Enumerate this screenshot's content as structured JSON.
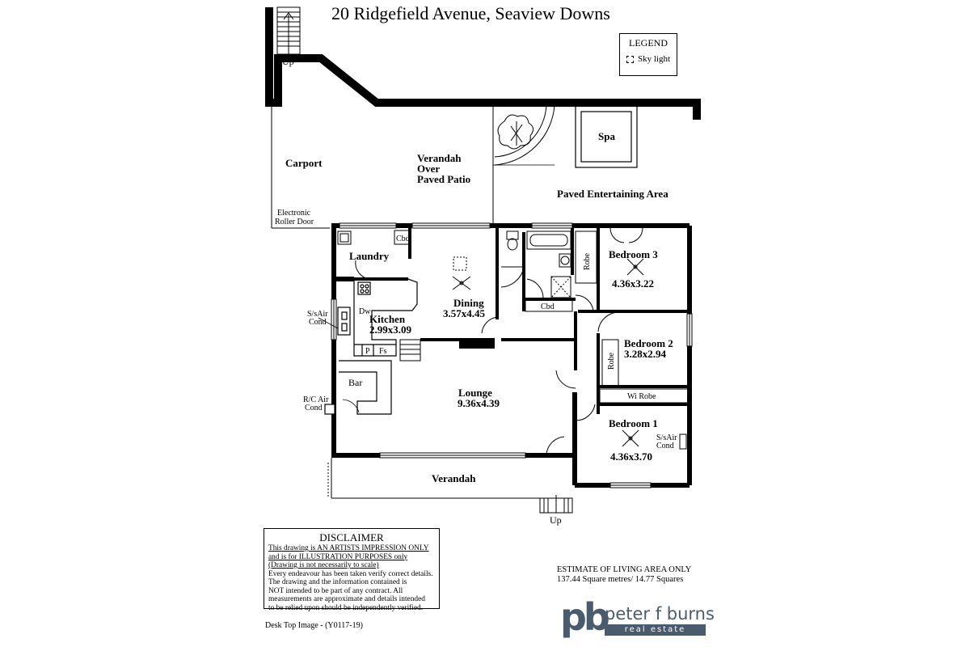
{
  "title": "20 Ridgefield Avenue, Seaview Downs",
  "legend": {
    "heading": "LEGEND",
    "item_label": "Sky light",
    "item_icon": "skylight-icon"
  },
  "labels": {
    "up_top": "Up",
    "up_bottom": "Up",
    "carport": "Carport",
    "verandah_patio": [
      "Verandah",
      "Over",
      "Paved Patio"
    ],
    "roller_door": [
      "Electronic",
      "Roller Door"
    ],
    "spa": "Spa",
    "entertaining": "Paved Entertaining Area",
    "laundry": "Laundry",
    "cbd_laundry": "Cbd",
    "dining": {
      "name": "Dining",
      "size": "3.57x4.45"
    },
    "kitchen": {
      "name": "Kitchen",
      "size": "2.99x3.09"
    },
    "dw": "Dw",
    "pantry": "P",
    "fs": "Fs",
    "ss_air_left": [
      "S/sAir",
      "Cond"
    ],
    "bar": "Bar",
    "rc_air": [
      "R/C Air",
      "Cond"
    ],
    "lounge": {
      "name": "Lounge",
      "size": "9.36x4.39"
    },
    "verandah": "Verandah",
    "cbd_bath": "Cbd",
    "robe_bed3": "Robe",
    "bedroom3": {
      "name": "Bedroom 3",
      "size": "4.36x3.22"
    },
    "bedroom2": {
      "name": "Bedroom 2",
      "size": "3.28x2.94"
    },
    "robe_bed2": "Robe",
    "wi_robe": "Wi Robe",
    "bedroom1": {
      "name": "Bedroom 1",
      "size": "4.36x3.70"
    },
    "ss_air_right": [
      "S/sAir",
      "Cond"
    ]
  },
  "disclaimer": {
    "heading": "DISCLAIMER",
    "underlined": [
      "This drawing is AN ARTISTS IMPRESSION ONLY",
      "and is for ILLUSTRATION PURPOSES only",
      "(Drawing is not necessarily to scale)"
    ],
    "body": [
      "Every endeavour has been taken verify correct details.",
      "The drawing and the information contained is",
      "NOT intended to be part of any contract.  All",
      "measurements are approximate and details intended",
      "to be relied upon should be independently verified."
    ]
  },
  "estimate": {
    "line1": "ESTIMATE OF LIVING AREA ONLY",
    "line2": "137.44  Square metres/  14.77 Squares"
  },
  "desk_ref": "Desk Top Image - (Y0117-19)",
  "logo": {
    "monogram": "pb",
    "name": "peter f burns",
    "tagline": "real estate",
    "color": "#4a5b6e"
  }
}
